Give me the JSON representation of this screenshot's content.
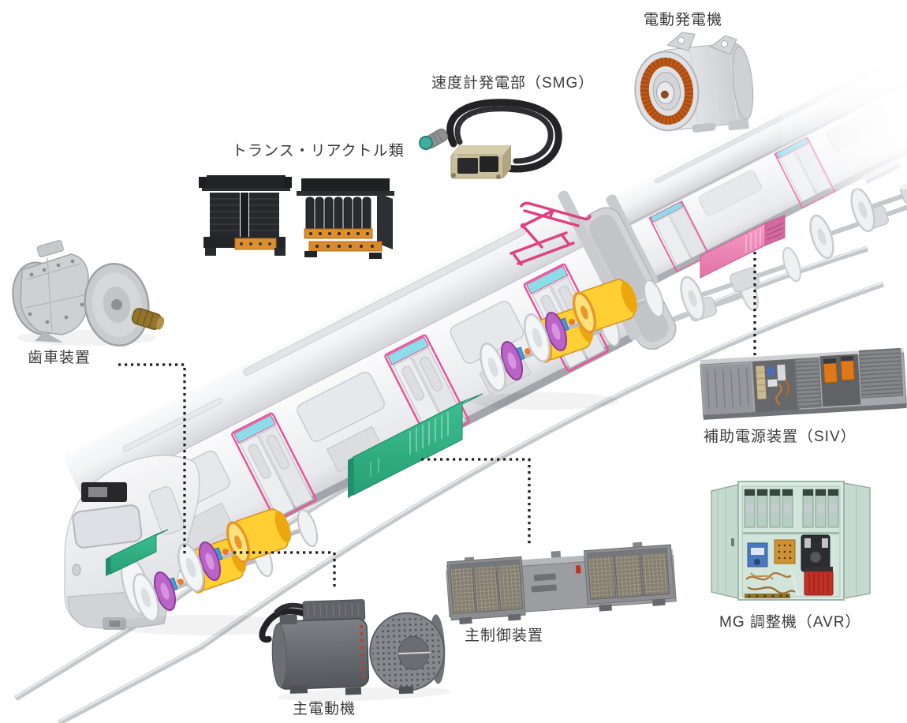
{
  "diagram": {
    "type": "train-electrical-equipment-diagram",
    "background": "#ffffff",
    "labels": {
      "motor_generator": "電動発電機",
      "smg": "速度計発電部（SMG）",
      "transformers": "トランス・リアクトル類",
      "gear_unit": "歯車装置",
      "siv": "補助電源装置（SIV）",
      "avr": "MG 調整機（AVR）",
      "main_controller": "主制御装置",
      "main_motor": "主電動機"
    },
    "colors": {
      "label_text": "#3b3b3d",
      "connector_dots": "#1d1d1f",
      "highlight_green_box": "#31ad83",
      "highlight_pink_box": "#ef8ab8",
      "highlight_magenta_pantograph": "#e0407f",
      "highlight_yellow_motor": "#ffcf33",
      "highlight_purple_gear": "#bb64c8",
      "highlight_cyan_door_header": "#8edce8",
      "train_body": "#f2f3f5"
    }
  }
}
